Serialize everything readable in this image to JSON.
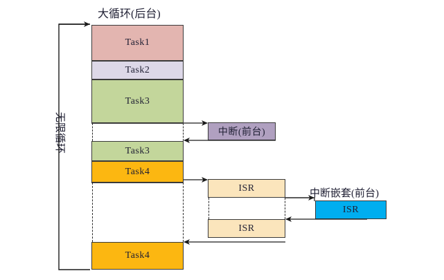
{
  "diagram": {
    "title_top": "大循环(后台)",
    "loop_label": "无限循环",
    "foreground_label": "中断(前台)",
    "nested_label": "中断嵌套(前台)",
    "caption": "",
    "colors": {
      "task1": "#e3b5b0",
      "task2": "#ddd8e8",
      "task3": "#c3d69b",
      "task4": "#fcb711",
      "interrupt": "#b0a0c0",
      "isr_cream": "#fbe5bc",
      "isr_blue": "#00aeef",
      "stroke": "#3a3a3a"
    },
    "background_column": {
      "blocks": [
        {
          "label": "Task1",
          "color_key": "task1"
        },
        {
          "label": "Task2",
          "color_key": "task2"
        },
        {
          "label": "Task3",
          "color_key": "task3"
        },
        {
          "label": "Task3",
          "color_key": "task3"
        },
        {
          "label": "Task4",
          "color_key": "task4"
        },
        {
          "label": "Task4",
          "color_key": "task4"
        }
      ]
    },
    "foreground": {
      "interrupt_box": "中断(前台)",
      "isr_first": "ISR",
      "isr_second": "ISR",
      "isr_nested": "ISR"
    }
  }
}
